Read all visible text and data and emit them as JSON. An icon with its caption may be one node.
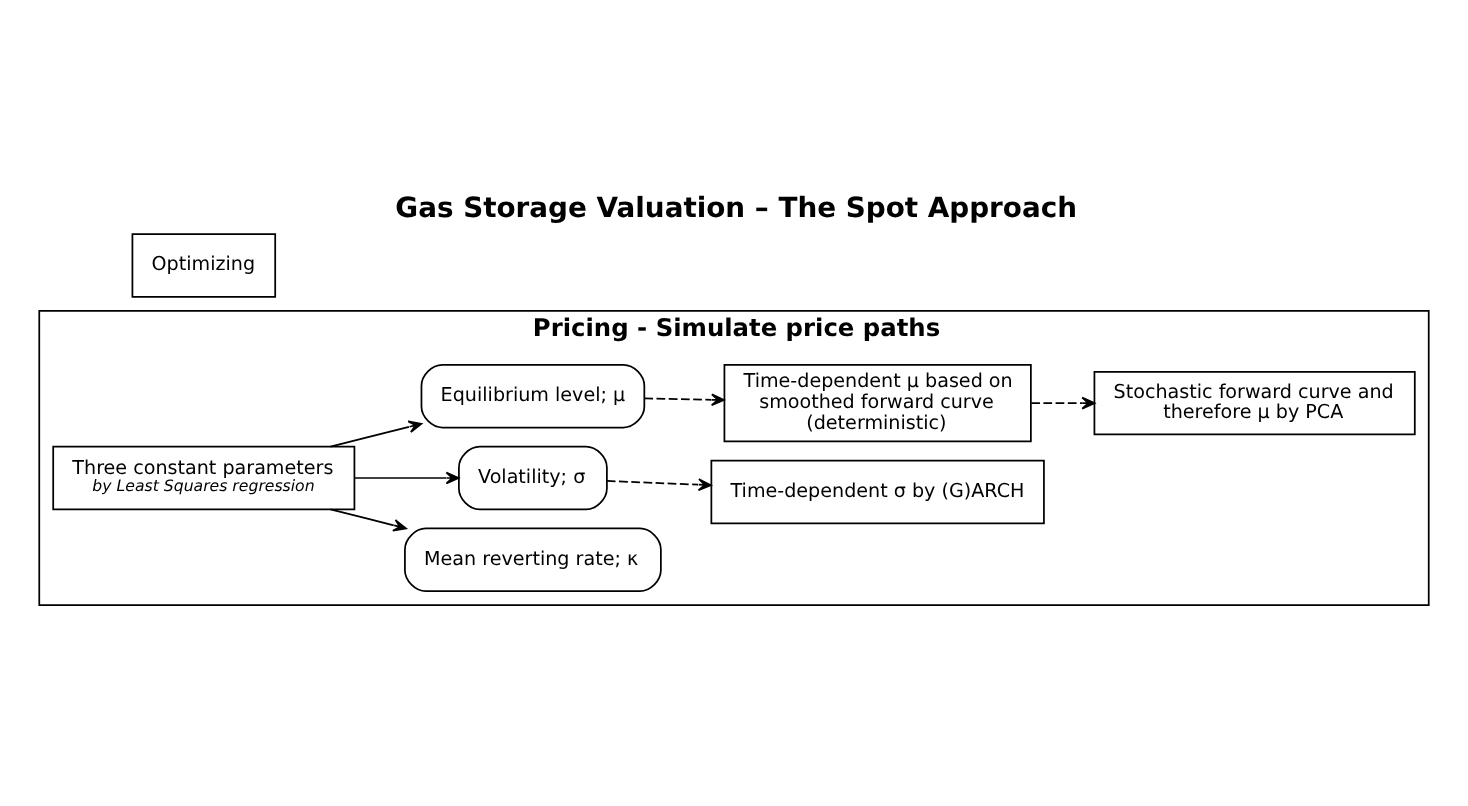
{
  "diagram": {
    "title": "Gas Storage Valuation – The Spot Approach",
    "nodes": [
      {
        "text": [
          "Pricing - Simulate price paths"
        ]
      },
      {
        "text": [
          "Optimizing"
        ]
      },
      {
        "text": [
          "Three constant parameters",
          "by Least Squares regression"
        ],
        "in": 0
      },
      {
        "text": [
          "Mean reverting rate; κ"
        ],
        "in": 0
      },
      {
        "text": [
          "Volatility; σ"
        ],
        "in": 0
      },
      {
        "text": [
          "Equilibrium level; μ"
        ],
        "in": 0
      },
      {
        "text": [
          "Time-dependent σ by (G)ARCH"
        ],
        "in": 0
      },
      {
        "text": [
          "Time-dependent μ based on smoothed forward curve (deterministic)"
        ],
        "in": 0
      },
      {
        "text": [
          "Stochastic forward curve and therefore μ by PCA"
        ],
        "in": 0
      }
    ],
    "edges": [
      {
        "from": 2,
        "to": 3,
        "arrow": "to"
      },
      {
        "from": 2,
        "to": 4,
        "arrow": "to"
      },
      {
        "from": 2,
        "to": 5,
        "arrow": "to"
      },
      {
        "from": 4,
        "to": 6,
        "arrow": "to",
        "style": "dashed"
      },
      {
        "from": 5,
        "to": 7,
        "arrow": "to",
        "style": "dashed"
      },
      {
        "from": 7,
        "to": 8,
        "arrow": "to",
        "style": "dashed"
      }
    ]
  }
}
